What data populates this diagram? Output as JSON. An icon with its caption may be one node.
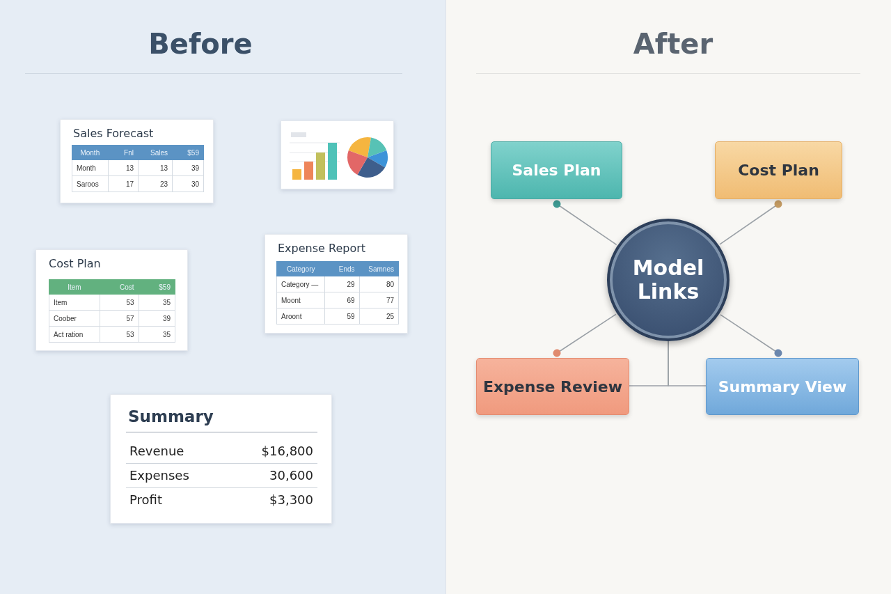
{
  "diagram": {
    "nodes": [
      {
        "text": [
          "Sales Forecast",
          "Month",
          "Fnl",
          "Sales",
          "$59",
          "Month",
          "13",
          "13",
          "39",
          "Saroos",
          "17",
          "23",
          "30"
        ]
      },
      {
        "text": [],
        "shape": "picture"
      },
      {
        "text": [
          "Cost Plan",
          "Item",
          "Cost",
          "$59",
          "Item",
          "53",
          "35",
          "Coober",
          "57",
          "39",
          "Act ration",
          "53",
          "35"
        ]
      },
      {
        "text": [
          "Expense Report",
          "Category",
          "Ends",
          "Samnes",
          "Category —",
          "29",
          "80",
          "Moont",
          "69",
          "77",
          "Aroont",
          "59",
          "25"
        ]
      },
      {
        "text": [
          "Summary",
          "Revenue",
          "$16,800",
          "Expenses",
          "30,600",
          "Profit",
          "$3,300"
        ]
      },
      {
        "text": [
          "Sales Plan"
        ]
      },
      {
        "text": [
          "Cost Plan"
        ]
      },
      {
        "text": [
          "Model Links"
        ]
      },
      {
        "text": [
          "Expense Review"
        ]
      },
      {
        "text": [
          "Summary View"
        ]
      }
    ],
    "edges": [
      {
        "from": 7,
        "to": 5,
        "arrow": "other"
      },
      {
        "from": 7,
        "to": 6,
        "arrow": "other"
      },
      {
        "from": 7,
        "to": 8,
        "arrow": "other"
      },
      {
        "from": 7,
        "to": 9,
        "arrow": "other"
      },
      {
        "from": 7,
        "to": 8,
        "arrow": "none"
      },
      {
        "from": 7,
        "to": 9,
        "arrow": "none"
      }
    ],
    "labels": [
      "Before",
      "After"
    ]
  }
}
